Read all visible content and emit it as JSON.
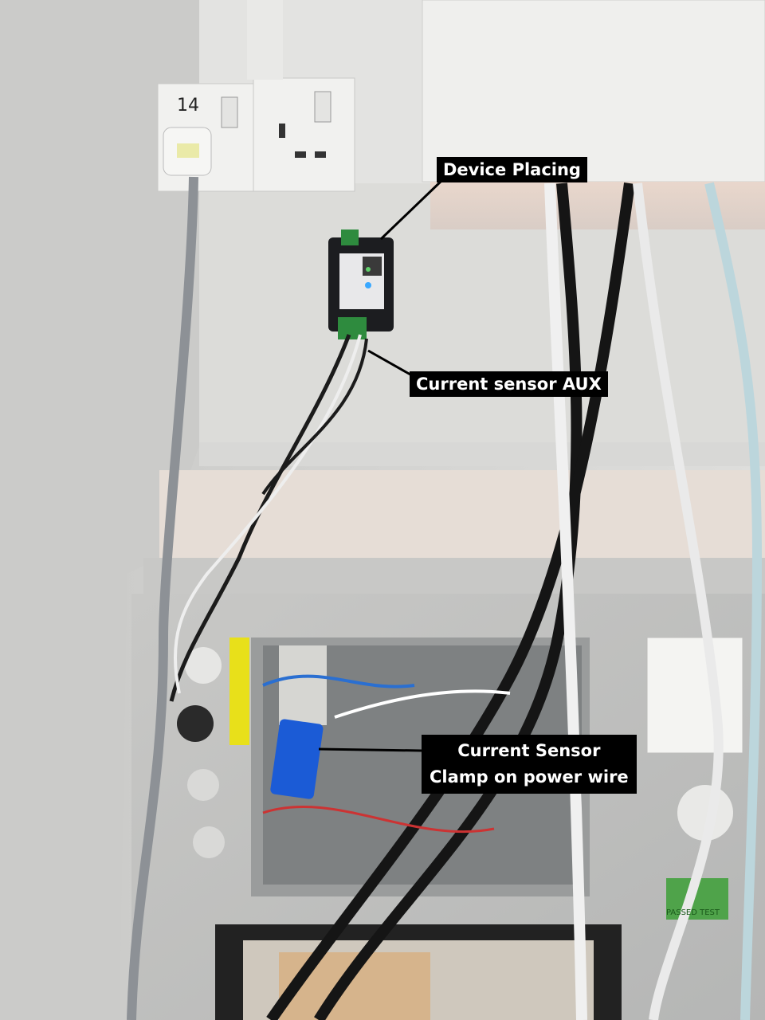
{
  "socket_label": "14",
  "callouts": {
    "device_placing": "Device Placing",
    "current_sensor_aux": "Current sensor AUX",
    "clamp_line1": "Current Sensor",
    "clamp_line2": "Clamp on power wire"
  },
  "test_sticker": "PASSED TEST"
}
